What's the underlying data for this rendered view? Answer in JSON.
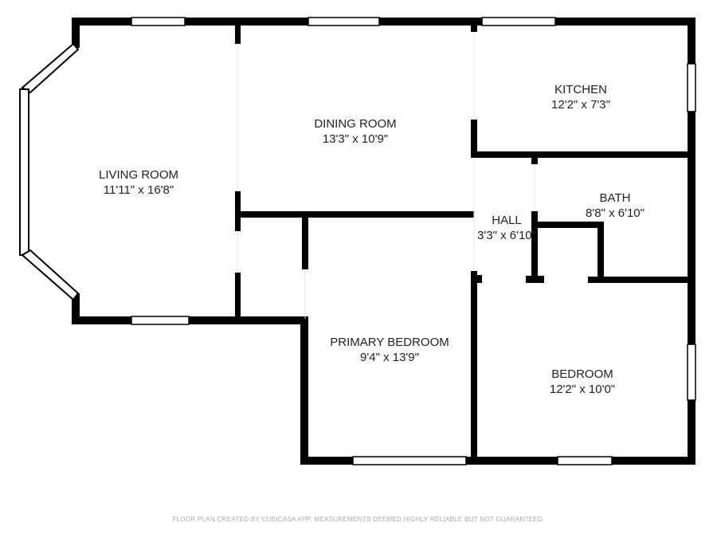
{
  "rooms": [
    {
      "name": "LIVING ROOM",
      "dims": "11'11\" x 16'8\""
    },
    {
      "name": "DINING ROOM",
      "dims": "13'3\" x 10'9\""
    },
    {
      "name": "KITCHEN",
      "dims": "12'2\" x 7'3\""
    },
    {
      "name": "BATH",
      "dims": "8'8\" x 6'10\""
    },
    {
      "name": "HALL",
      "dims": "3'3\" x 6'10\""
    },
    {
      "name": "PRIMARY BEDROOM",
      "dims": "9'4\" x 13'9\""
    },
    {
      "name": "BEDROOM",
      "dims": "12'2\" x 10'0\""
    }
  ],
  "footer": "FLOOR PLAN CREATED BY CUBICASA APP. MEASUREMENTS DEEMED HIGHLY RELIABLE BUT NOT GUARANTEED.",
  "colors": {
    "wall": "#000000",
    "window": "#ffffff"
  }
}
